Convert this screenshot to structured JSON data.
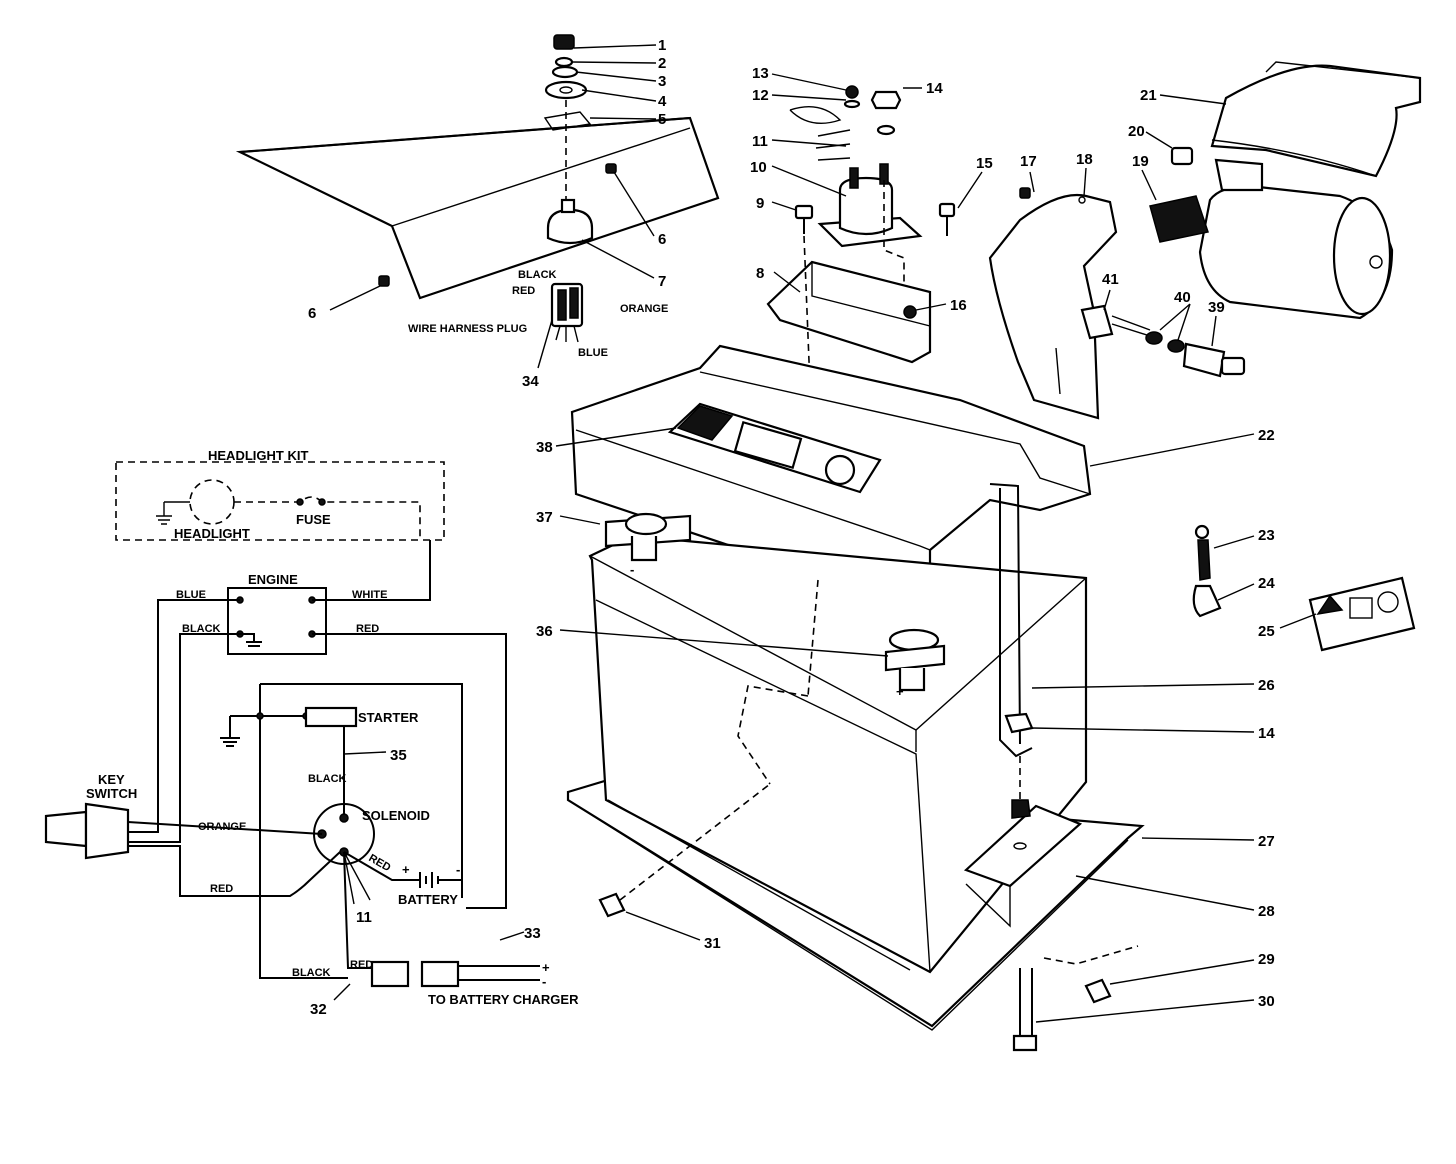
{
  "callouts": {
    "c1": "1",
    "c2": "2",
    "c3": "3",
    "c4": "4",
    "c5": "5",
    "c6a": "6",
    "c6b": "6",
    "c7": "7",
    "c8": "8",
    "c9": "9",
    "c10": "10",
    "c11a": "11",
    "c11b": "11",
    "c12": "12",
    "c13": "13",
    "c14a": "14",
    "c14b": "14",
    "c15": "15",
    "c16": "16",
    "c17": "17",
    "c18": "18",
    "c19": "19",
    "c20": "20",
    "c21": "21",
    "c22": "22",
    "c23": "23",
    "c24": "24",
    "c25": "25",
    "c26": "26",
    "c27": "27",
    "c28": "28",
    "c29": "29",
    "c30": "30",
    "c31": "31",
    "c32": "32",
    "c33": "33",
    "c34": "34",
    "c35": "35",
    "c36": "36",
    "c37": "37",
    "c38": "38",
    "c39": "39",
    "c40": "40",
    "c41": "41"
  },
  "plug": {
    "black": "BLACK",
    "red": "RED",
    "orange": "ORANGE",
    "blue": "BLUE",
    "title": "WIRE HARNESS PLUG"
  },
  "schematic": {
    "headlight_kit": "HEADLIGHT KIT",
    "headlight": "HEADLIGHT",
    "fuse": "FUSE",
    "engine": "ENGINE",
    "wire_blue": "BLUE",
    "wire_white": "WHITE",
    "wire_black": "BLACK",
    "wire_red": "RED",
    "starter": "STARTER",
    "wire_black2": "BLACK",
    "key_switch_1": "KEY",
    "key_switch_2": "SWITCH",
    "wire_orange": "ORANGE",
    "solenoid": "SOLENOID",
    "wire_red2": "RED",
    "wire_red3": "RED",
    "battery": "BATTERY",
    "wire_black3": "BLACK",
    "wire_red4": "RED",
    "charger": "TO BATTERY CHARGER",
    "plus": "+",
    "minus": "-",
    "bat_plus": "+",
    "bat_minus": "-"
  },
  "battery_marks": {
    "minus": "-",
    "plus": "+"
  }
}
